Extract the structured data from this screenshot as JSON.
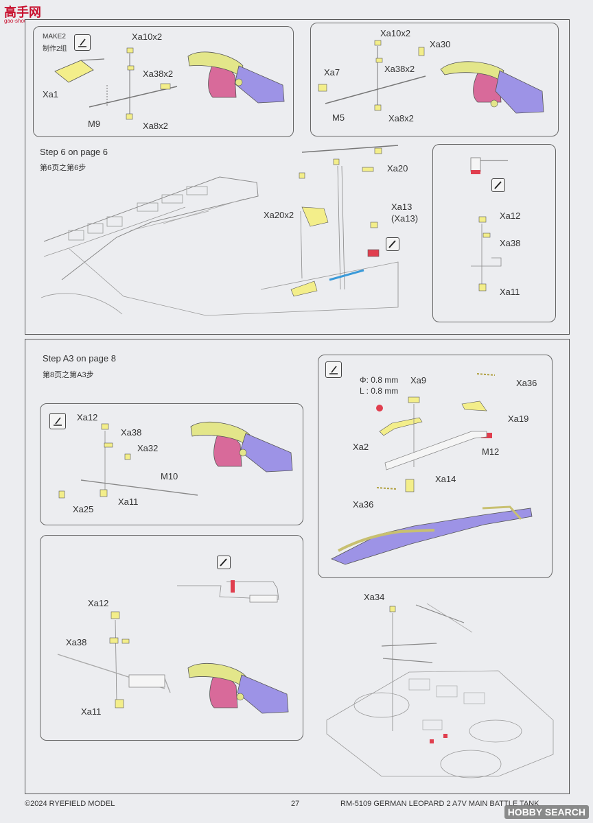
{
  "watermark": {
    "site": "高手网",
    "url": "gao-shou.com"
  },
  "panel_a": {
    "make_label": "MAKE2",
    "make_label_cn": "制作2组",
    "parts": {
      "xa10": "Xa10x2",
      "xa38": "Xa38x2",
      "xa1": "Xa1",
      "m9": "M9",
      "xa8": "Xa8x2"
    }
  },
  "panel_b": {
    "parts": {
      "xa10": "Xa10x2",
      "xa30": "Xa30",
      "xa7": "Xa7",
      "xa38": "Xa38x2",
      "m5": "M5",
      "xa8": "Xa8x2"
    }
  },
  "panel_c": {
    "step": "Step 6 on page 6",
    "step_cn": "第6页之第6步",
    "parts": {
      "xa20": "Xa20",
      "xa20x2": "Xa20x2",
      "xa13": "Xa13",
      "xa13b": "(Xa13)",
      "xa12": "Xa12",
      "xa38": "Xa38",
      "xa11": "Xa11"
    }
  },
  "panel_d": {
    "step": "Step A3 on page 8",
    "step_cn": "第8页之第A3步",
    "parts": {
      "xa12": "Xa12",
      "xa38": "Xa38",
      "xa32": "Xa32",
      "m10": "M10",
      "xa25": "Xa25",
      "xa11": "Xa11",
      "phi": "Φ: 0.8 mm",
      "len": "L : 0.8 mm",
      "xa9": "Xa9",
      "xa36": "Xa36",
      "xa19": "Xa19",
      "xa2": "Xa2",
      "m12": "M12",
      "xa14": "Xa14",
      "xa36b": "Xa36",
      "xa12b": "Xa12",
      "xa38b": "Xa38",
      "xa11b": "Xa11",
      "xa34": "Xa34"
    }
  },
  "footer": {
    "copyright": "©2024 RYEFIELD MODEL",
    "page": "27",
    "title": "RM-5109 GERMAN LEOPARD  2 A7V MAIN BATTLE TANK"
  },
  "badge": {
    "brand": "HOBBY SEARCH"
  },
  "colors": {
    "part_yellow": "#f3ee8a",
    "strap_yellow": "#e3e68a",
    "strap_pink": "#d86a9a",
    "strap_purple": "#9d93e6",
    "mark_red": "#e03e4e"
  }
}
